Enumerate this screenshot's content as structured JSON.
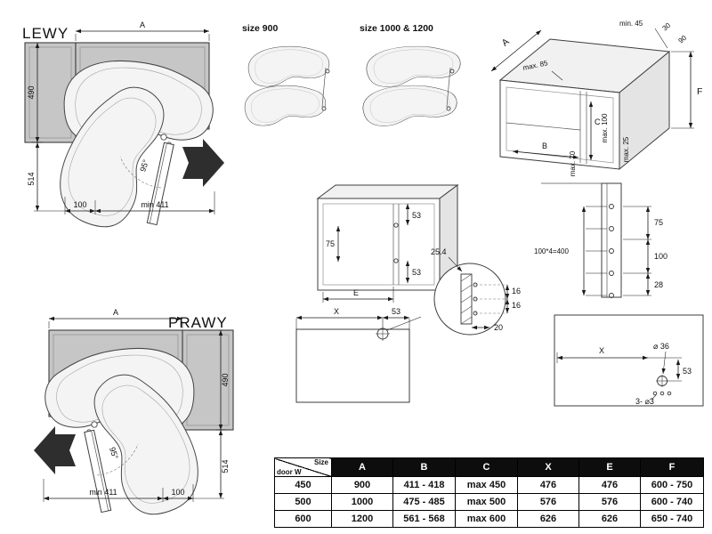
{
  "colors": {
    "line": "#1a1a1a",
    "cabinet_fill": "#c6c6c6",
    "header_bg": "#0d0d0d"
  },
  "lewy": {
    "title": "LEWY",
    "dim_a": "A",
    "dim_490": "490",
    "dim_514": "514",
    "dim_100": "100",
    "dim_min411": "min 411",
    "angle": "95°"
  },
  "prawy": {
    "title": "PRAWY",
    "dim_a": "A",
    "dim_490": "490",
    "dim_514": "514",
    "dim_100": "100",
    "dim_min411": "min 411",
    "angle": "95°"
  },
  "trays": {
    "size_small": "size 900",
    "size_large": "size 1000 & 1200"
  },
  "iso": {
    "dim_a": "A",
    "dim_min45": "min. 45",
    "dim_30": "30",
    "dim_90": "90",
    "dim_max85": "max. 85",
    "dim_f": "F",
    "dim_c": "C",
    "dim_b": "B",
    "dim_max100": "max. 100",
    "dim_max25": "max. 25",
    "dim_max70": "max. 70"
  },
  "front": {
    "dim_53_top": "53",
    "dim_75": "75",
    "dim_53_mid": "53",
    "dim_e": "E"
  },
  "worktop": {
    "dim_x": "X",
    "dim_53": "53"
  },
  "detail": {
    "dim_254": "25.4",
    "dim_16_a": "16",
    "dim_16_b": "16",
    "dim_20": "20"
  },
  "drill": {
    "formula": "100*4=400",
    "dim_75": "75",
    "dim_100": "100",
    "dim_28": "28"
  },
  "panel": {
    "dim_x": "X",
    "dim_dia36": "⌀ 36",
    "dim_53": "53",
    "dim_holes": "3- ⌀3"
  },
  "table": {
    "corner_top": "Size",
    "corner_bottom": "door W",
    "headers": [
      "A",
      "B",
      "C",
      "X",
      "E",
      "F"
    ],
    "rows": [
      {
        "door": "450",
        "cells": [
          "900",
          "411 - 418",
          "max 450",
          "476",
          "476",
          "600 - 750"
        ]
      },
      {
        "door": "500",
        "cells": [
          "1000",
          "475 - 485",
          "max 500",
          "576",
          "576",
          "600 - 740"
        ]
      },
      {
        "door": "600",
        "cells": [
          "1200",
          "561 - 568",
          "max 600",
          "626",
          "626",
          "650 - 740"
        ]
      }
    ]
  }
}
